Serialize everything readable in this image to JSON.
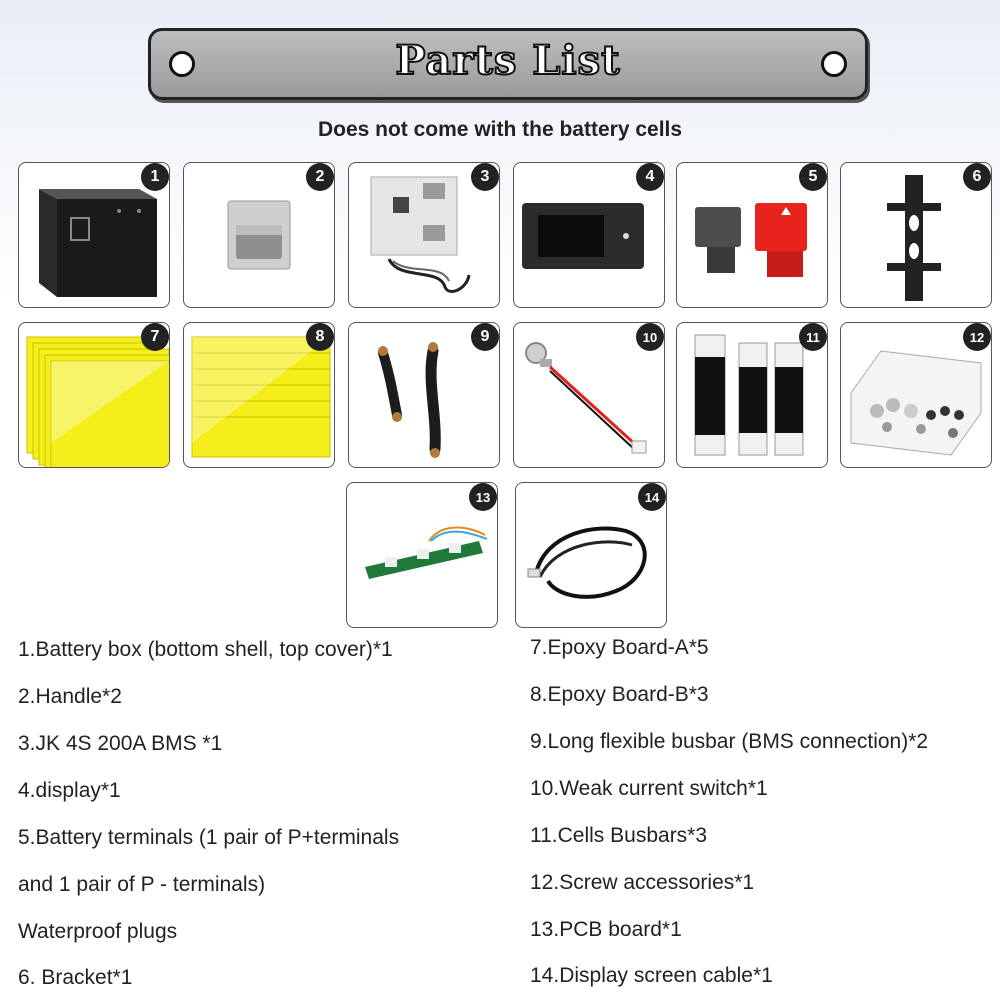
{
  "header": {
    "title": "Parts List",
    "subtitle": "Does not come with the battery cells"
  },
  "parts": [
    {
      "number": "1",
      "icon": "battery-box-icon"
    },
    {
      "number": "2",
      "icon": "handle-icon"
    },
    {
      "number": "3",
      "icon": "bms-board-icon"
    },
    {
      "number": "4",
      "icon": "display-icon"
    },
    {
      "number": "5",
      "icon": "battery-terminals-icon"
    },
    {
      "number": "6",
      "icon": "bracket-icon"
    },
    {
      "number": "7",
      "icon": "epoxy-board-a-icon"
    },
    {
      "number": "8",
      "icon": "epoxy-board-b-icon"
    },
    {
      "number": "9",
      "icon": "flexible-busbar-icon"
    },
    {
      "number": "10",
      "icon": "weak-current-switch-icon"
    },
    {
      "number": "11",
      "icon": "cell-busbars-icon"
    },
    {
      "number": "12",
      "icon": "screw-box-icon"
    },
    {
      "number": "13",
      "icon": "pcb-board-icon"
    },
    {
      "number": "14",
      "icon": "display-cable-icon"
    }
  ],
  "list": {
    "left": [
      "1.Battery box (bottom shell, top cover)*1",
      "2.Handle*2",
      "3.JK 4S 200A BMS *1",
      "4.display*1",
      "5.Battery terminals (1 pair of P+terminals",
      "and 1 pair of P - terminals)",
      "Waterproof plugs",
      "6. Bracket*1"
    ],
    "right": [
      "7.Epoxy Board-A*5",
      "8.Epoxy Board-B*3",
      "9.Long flexible busbar (BMS connection)*2",
      "10.Weak current switch*1",
      "11.Cells Busbars*3",
      "12.Screw accessories*1",
      "13.PCB board*1",
      "14.Display screen cable*1"
    ]
  },
  "colors": {
    "banner": "#a9a9a9",
    "badge": "#222222",
    "epoxy_yellow": "#f5ee1a",
    "terminal_red": "#e8231e"
  }
}
